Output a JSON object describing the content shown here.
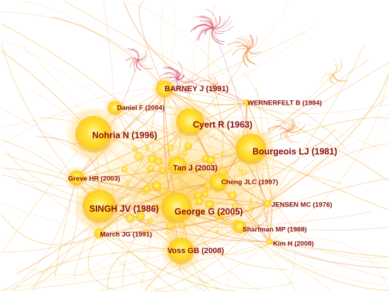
{
  "diagram": {
    "type": "co-citation network",
    "palette": {
      "background": "#ffffff",
      "edge_main": "#f5b942",
      "edge_warm": "#f08a3c",
      "edge_pink": "#d9546e",
      "node_core": "#ffd21a",
      "node_halo": "#ffe98a",
      "node_ring": "#f3a621",
      "label": "#8b0f0f"
    },
    "nodes": [
      {
        "id": "barney",
        "label": "BARNEY J (1991)",
        "weight": 3
      },
      {
        "id": "wernerfelt",
        "label": "WERNERFELT B (1984)",
        "weight": 1
      },
      {
        "id": "daniel",
        "label": "Daniel F (2004)",
        "weight": 2
      },
      {
        "id": "cyert",
        "label": "Cyert R (1963)",
        "weight": 5
      },
      {
        "id": "nohria",
        "label": "Nohria N (1996)",
        "weight": 6
      },
      {
        "id": "bourgeois",
        "label": "Bourgeois LJ (1981)",
        "weight": 5
      },
      {
        "id": "tan",
        "label": "Tan J (2003)",
        "weight": 4
      },
      {
        "id": "greve",
        "label": "Greve HR (2003)",
        "weight": 2
      },
      {
        "id": "cheng",
        "label": "Cheng JLC (1997)",
        "weight": 3
      },
      {
        "id": "singh",
        "label": "SINGH JV (1986)",
        "weight": 5
      },
      {
        "id": "george",
        "label": "George G (2005)",
        "weight": 5
      },
      {
        "id": "jensen",
        "label": "JENSEN MC (1976)",
        "weight": 1
      },
      {
        "id": "sharfman",
        "label": "Sharfman MP (1988)",
        "weight": 2
      },
      {
        "id": "march",
        "label": "March JG (1991)",
        "weight": 1
      },
      {
        "id": "kim",
        "label": "Kim H (2008)",
        "weight": 1
      },
      {
        "id": "voss",
        "label": "Voss GB (2008)",
        "weight": 4
      }
    ]
  }
}
